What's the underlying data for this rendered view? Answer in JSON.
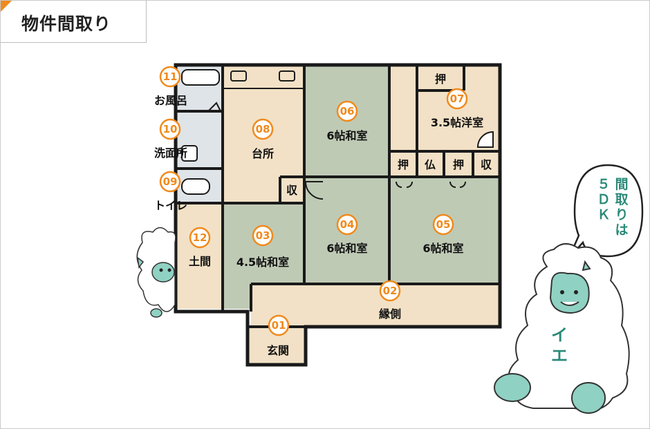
{
  "title": "物件間取り",
  "rooms": {
    "r01": {
      "num": "01",
      "label": "玄関"
    },
    "r02": {
      "num": "02",
      "label": "縁側"
    },
    "r03": {
      "num": "03",
      "label": "4.5帖和室"
    },
    "r04": {
      "num": "04",
      "label": "6帖和室"
    },
    "r05": {
      "num": "05",
      "label": "6帖和室"
    },
    "r06": {
      "num": "06",
      "label": "6帖和室"
    },
    "r07": {
      "num": "07",
      "label": "3.5帖洋室"
    },
    "r08": {
      "num": "08",
      "label": "台所"
    },
    "r09": {
      "num": "09",
      "label": "トイレ"
    },
    "r10": {
      "num": "10",
      "label": "洗面所"
    },
    "r11": {
      "num": "11",
      "label": "お風呂"
    },
    "r12": {
      "num": "12",
      "label": "土間"
    }
  },
  "storage": {
    "oshi_top": "押",
    "oshi_left": "押",
    "butsu": "仏",
    "oshi_right": "押",
    "osame_right": "収",
    "osame_mid": "収"
  },
  "bubble": {
    "col1": [
      "間",
      "取",
      "り",
      "は"
    ],
    "col2": [
      "５",
      "Ｄ",
      "Ｋ"
    ]
  },
  "mascot_text": [
    "イ",
    "エ"
  ],
  "colors": {
    "tatami": "#bfcab5",
    "wood": "#f2e1c6",
    "tile": "#dfe4e8",
    "wall": "#1a1a1a",
    "accent": "#f08a1c",
    "mascot_skin": "#8fd1c3"
  }
}
